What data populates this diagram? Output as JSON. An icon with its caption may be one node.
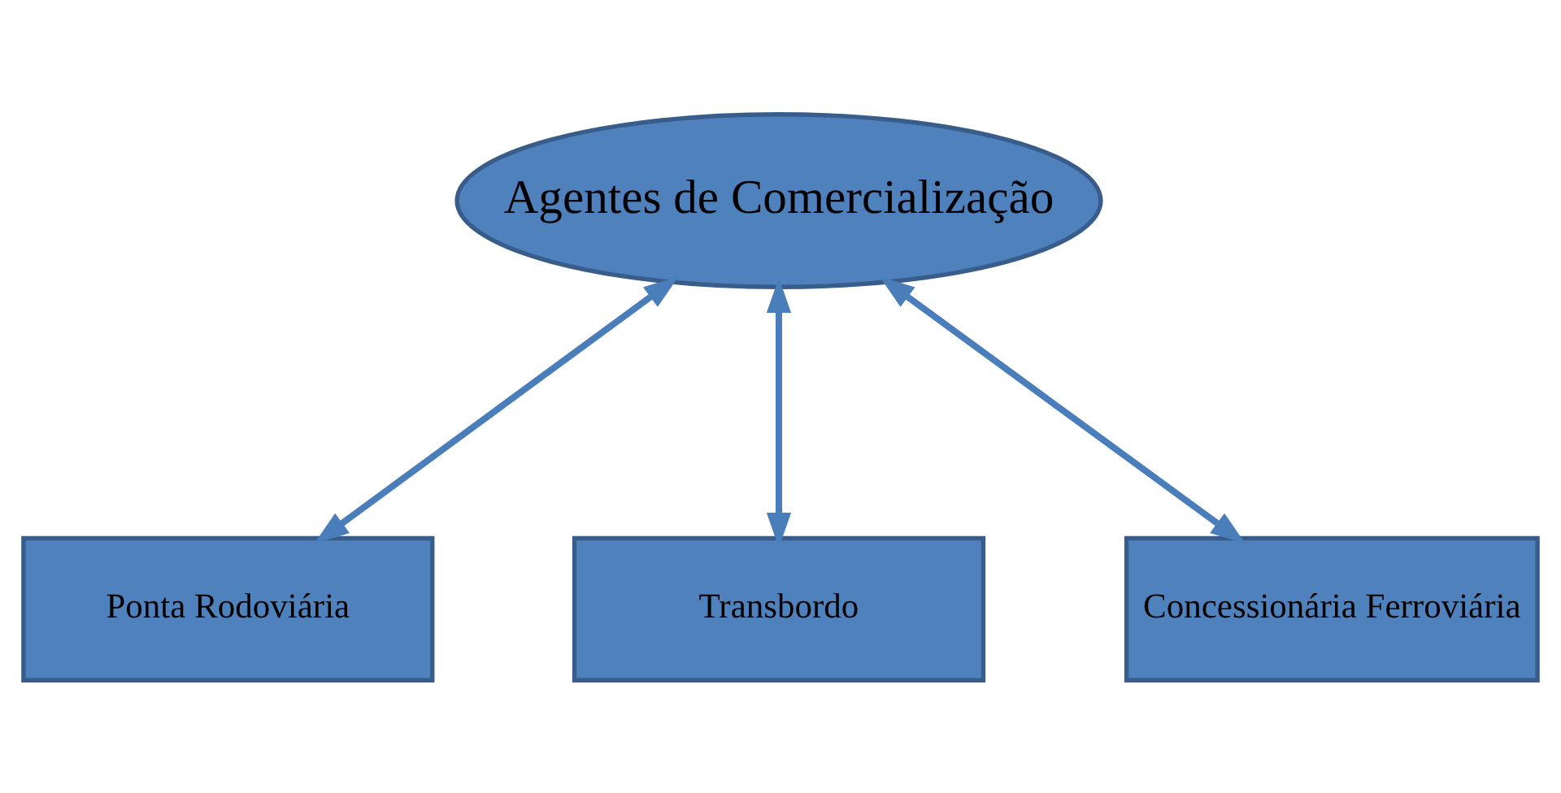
{
  "diagram": {
    "nodes": [
      {
        "text": [
          "Agentes de Comercialização"
        ]
      },
      {
        "text": [
          "Ponta Rodoviária"
        ]
      },
      {
        "text": [
          "Transbordo"
        ]
      },
      {
        "text": [
          "Concessionária Ferroviária"
        ]
      }
    ],
    "edges": [
      {
        "from": 0,
        "to": 1,
        "arrow": "both"
      },
      {
        "from": 0,
        "to": 2,
        "arrow": "both"
      },
      {
        "from": 0,
        "to": 3,
        "arrow": "both"
      }
    ]
  }
}
